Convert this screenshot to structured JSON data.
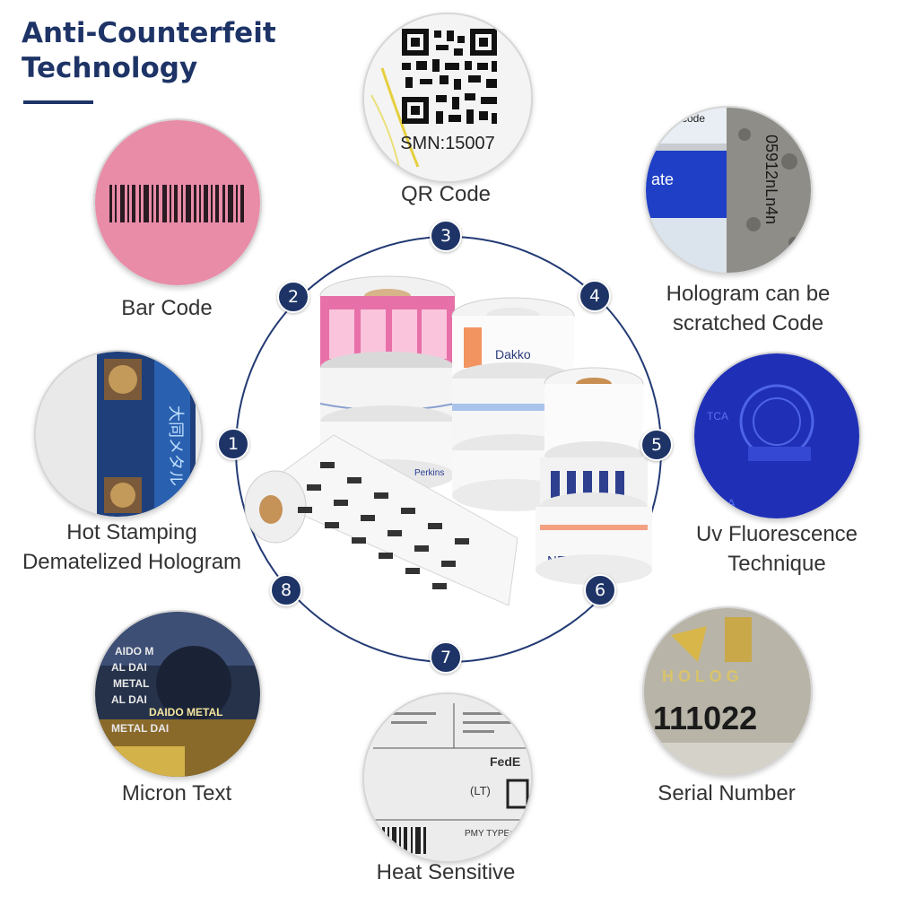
{
  "header": {
    "title_line1": "Anti-Counterfeit",
    "title_line2": "Technology"
  },
  "colors": {
    "brand": "#1e3467",
    "label_text": "#333333",
    "ring": "#223a74"
  },
  "features": [
    {
      "number": "1",
      "label_lines": [
        "Hot Stamping",
        "Dematelized Hologram"
      ]
    },
    {
      "number": "2",
      "label_lines": [
        "Bar Code"
      ]
    },
    {
      "number": "3",
      "label_lines": [
        "QR Code"
      ]
    },
    {
      "number": "4",
      "label_lines": [
        "Hologram can be",
        "scratched Code"
      ]
    },
    {
      "number": "5",
      "label_lines": [
        "Uv Fluorescence",
        "Technique"
      ]
    },
    {
      "number": "6",
      "label_lines": [
        "Serial Number"
      ]
    },
    {
      "number": "7",
      "label_lines": [
        "Heat Sensitive"
      ]
    },
    {
      "number": "8",
      "label_lines": [
        "Micron Text"
      ]
    }
  ],
  "image_text": {
    "qr_code_caption": "SMN:15007",
    "scratch_code_word": "ate",
    "scratch_code_chars": "05912nLn4n",
    "scratch_code_corner": "code",
    "serial_number_value": "111022",
    "serial_hologram_letters": "H O L O G",
    "micron_text_lines": [
      "AIDO M",
      "AL DAI",
      "METAL",
      "AL DAI",
      "DAIDO METAL",
      "METAL DAI"
    ],
    "hot_stamping_chars": "大同メタル",
    "uv_text": "TCA",
    "heat_sensitive_brand": "FedE",
    "heat_sensitive_code": "(LT)",
    "heat_sensitive_ship": "PMY TYPE: CU",
    "roll_brand_1": "Dakko",
    "roll_brand_2": "NEKO",
    "roll_brand_3": "Perkins"
  }
}
